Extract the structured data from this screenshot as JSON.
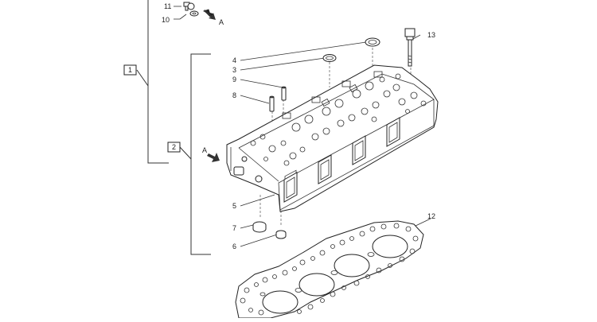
{
  "callouts": {
    "c1": "1",
    "c2": "2",
    "c3": "3",
    "c4": "4",
    "c5": "5",
    "c6": "6",
    "c7": "7",
    "c8": "8",
    "c9": "9",
    "c10": "10",
    "c11": "11",
    "c12": "12",
    "c13": "13"
  },
  "view_markers": {
    "top": "A",
    "left": "A"
  }
}
